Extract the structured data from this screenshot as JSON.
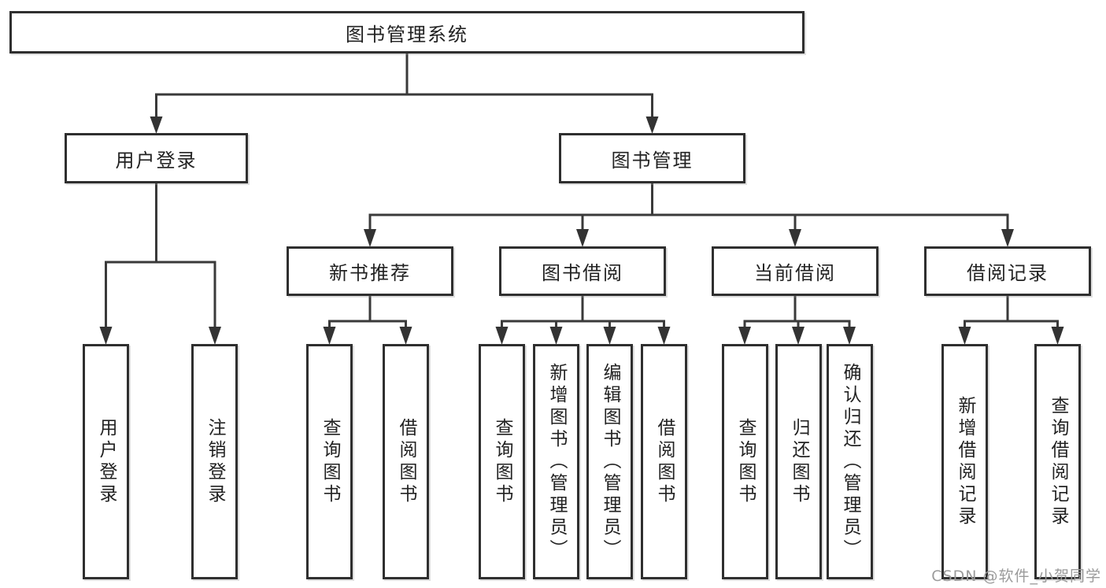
{
  "tree": {
    "label": "图书管理系统",
    "children": [
      {
        "label": "用户登录",
        "children": [
          {
            "label": "用户登录"
          },
          {
            "label": "注销登录"
          }
        ]
      },
      {
        "label": "图书管理",
        "children": [
          {
            "label": "新书推荐",
            "children": [
              {
                "label": "查询图书"
              },
              {
                "label": "借阅图书"
              }
            ]
          },
          {
            "label": "图书借阅",
            "children": [
              {
                "label": "查询图书"
              },
              {
                "label": "新增图书（管理员）"
              },
              {
                "label": "编辑图书（管理员）"
              },
              {
                "label": "借阅图书"
              }
            ]
          },
          {
            "label": "当前借阅",
            "children": [
              {
                "label": "查询图书"
              },
              {
                "label": "归还图书"
              },
              {
                "label": "确认归还（管理员）"
              }
            ]
          },
          {
            "label": "借阅记录",
            "children": [
              {
                "label": "新增借阅记录"
              },
              {
                "label": "查询借阅记录"
              }
            ]
          }
        ]
      }
    ]
  },
  "watermark": "CSDN @软件_小贺同学",
  "colors": {
    "background": "#ffffff",
    "line": "#3a3a3a",
    "box_border": "#2f2f2f",
    "text": "#222222",
    "watermark": "#9b9b9b"
  }
}
